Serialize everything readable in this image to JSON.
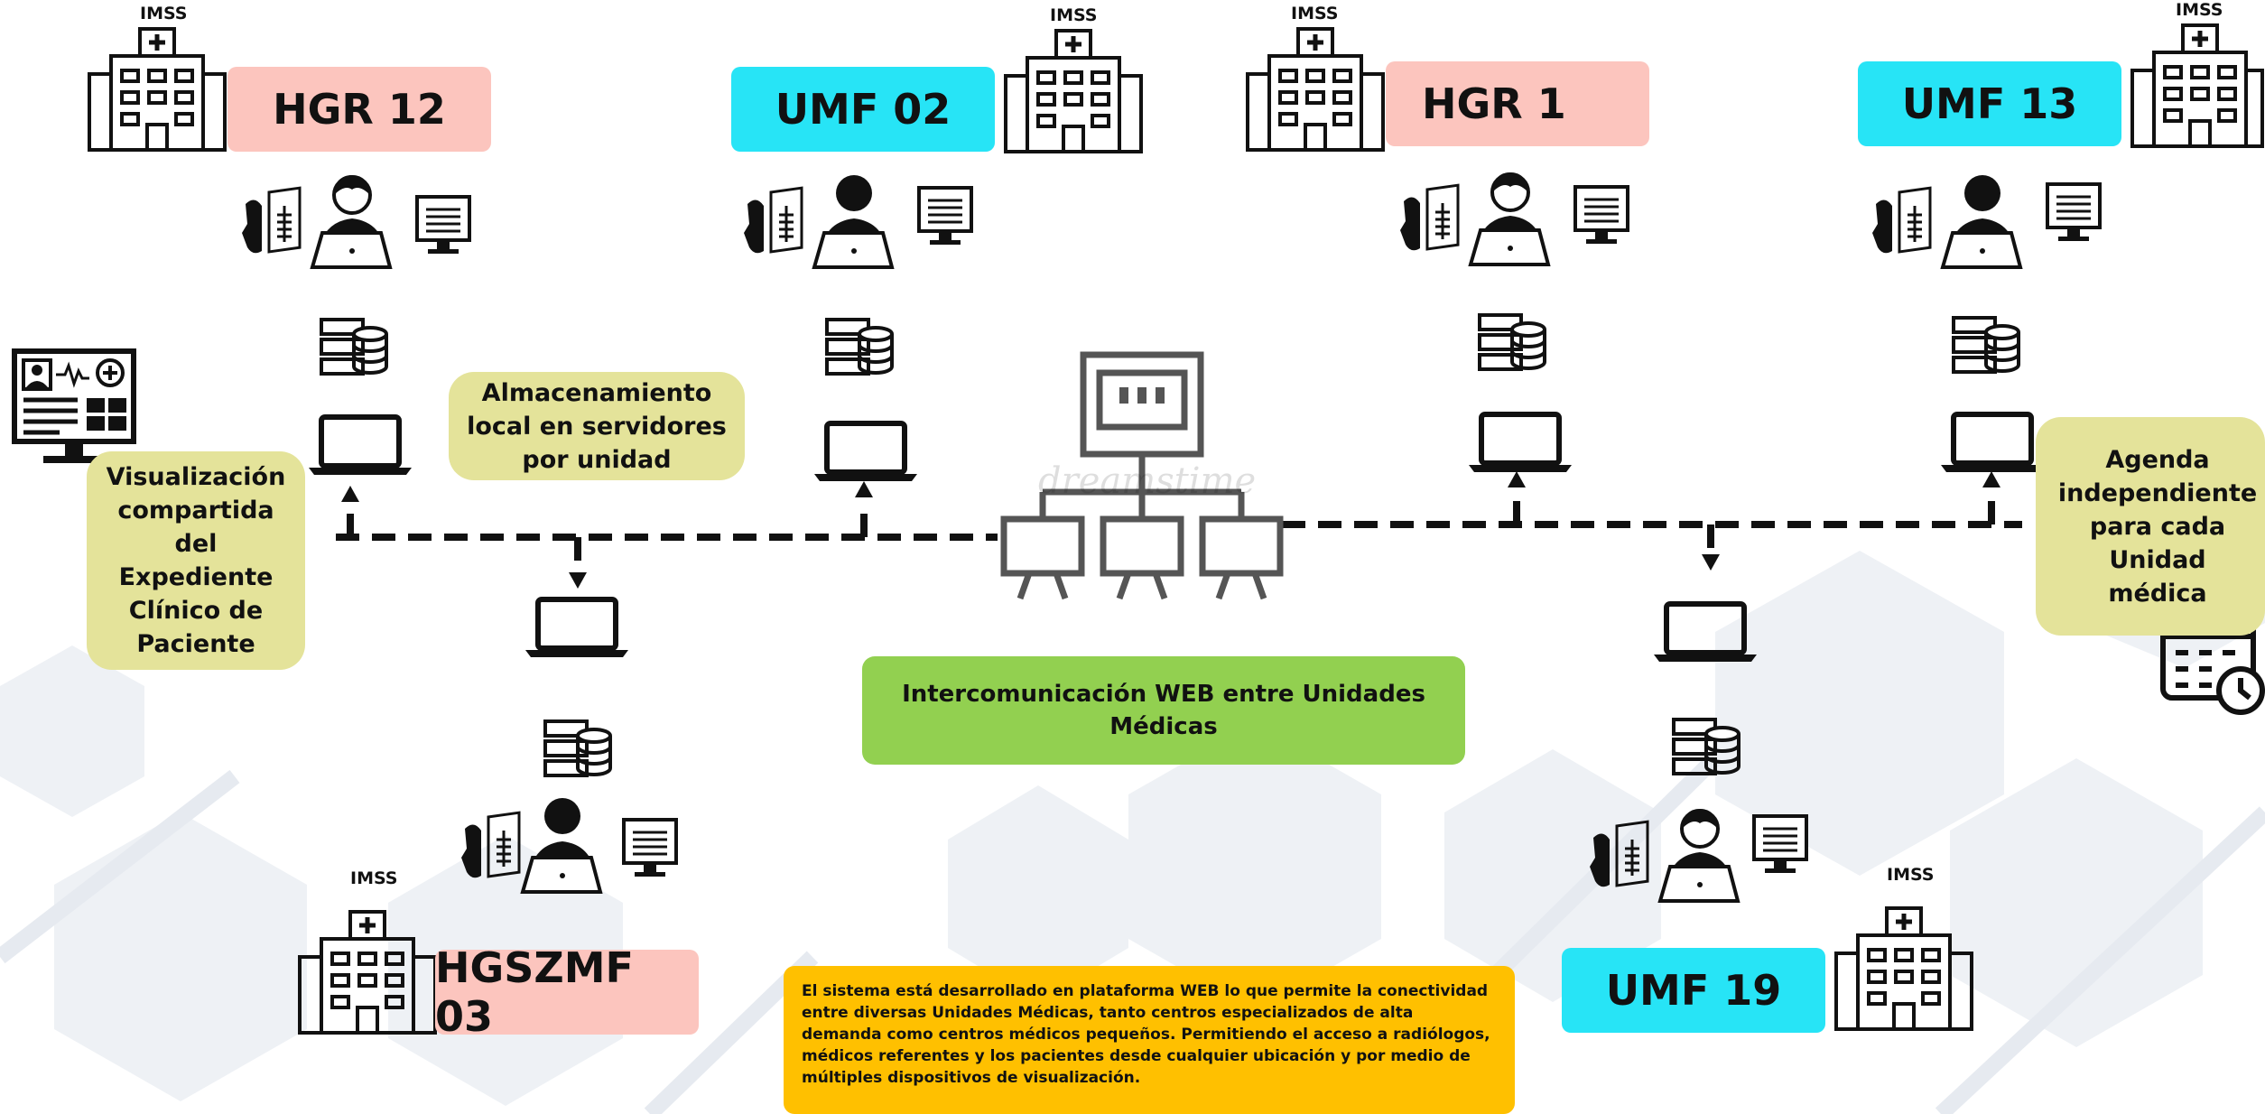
{
  "imss_label": "IMSS",
  "units": {
    "hgr12": "HGR 12",
    "umf02": "UMF 02",
    "hgr1": "HGR 1",
    "umf13": "UMF 13",
    "hgszmf03": "HGSZMF 03",
    "umf19": "UMF 19"
  },
  "notes": {
    "storage": "Almacenamiento local en servidores por unidad",
    "shared_view": "Visualización compartida del Expediente Clínico de Paciente",
    "agenda": "Agenda independiente para cada Unidad médica"
  },
  "web_intercom": "Intercomunicación  WEB entre Unidades Médicas",
  "description": "El sistema está desarrollado en plataforma WEB lo que permite la conectividad entre diversas Unidades Médicas, tanto centros especializados de alta demanda como centros médicos pequeños. Permitiendo el acceso a radiólogos, médicos referentes y los pacientes desde cualquier ubicación y por medio de múltiples dispositivos de visualización.",
  "watermark": "dreamstime",
  "colors": {
    "hospital_label": "#fcc5be",
    "umf_label": "#27e4f6",
    "note": "#e4e39a",
    "web_box": "#92d050",
    "description_box": "#ffc000"
  }
}
